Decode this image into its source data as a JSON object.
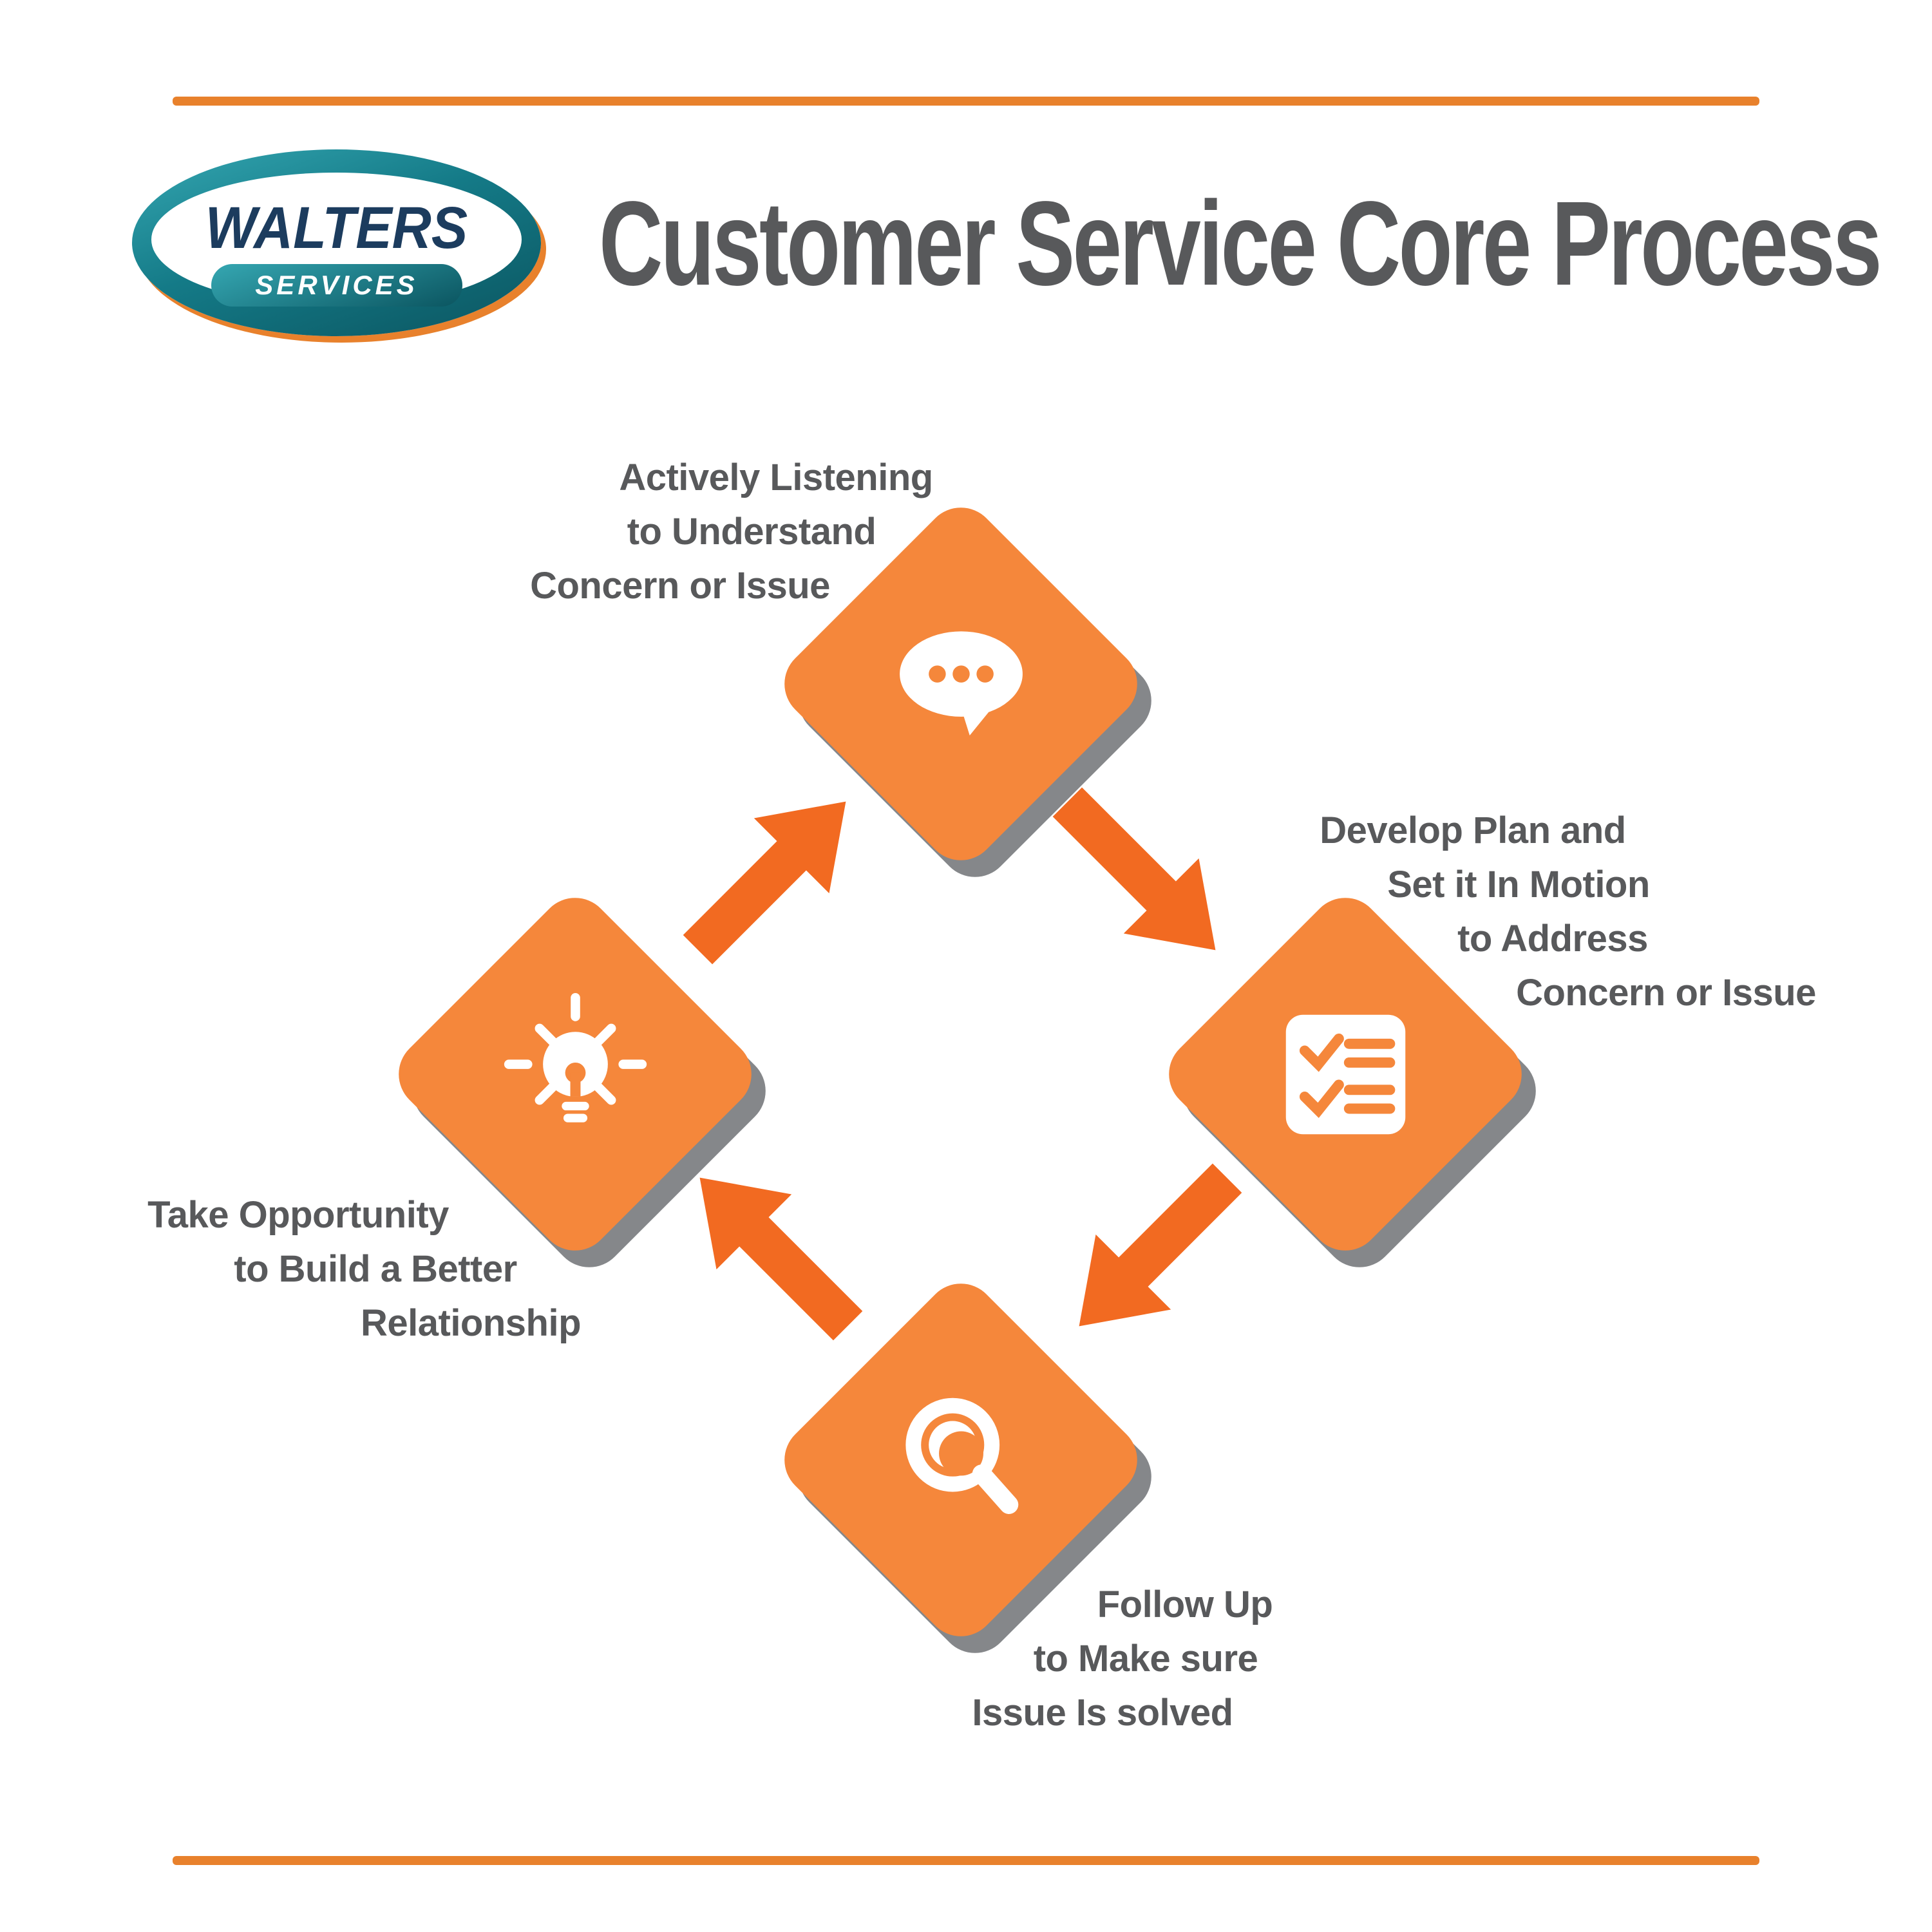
{
  "header": {
    "title": "Customer Service Core Process"
  },
  "logo": {
    "primary": "WALTERS",
    "secondary": "SERVICES"
  },
  "colors": {
    "orange": "#F5873B",
    "arrow": "#F26A21",
    "shadow": "#85878A",
    "text": "#58595B",
    "rule": "#E8812C",
    "teal": "#147A87",
    "teal-dark": "#0B5560",
    "teal-light": "#35A7B2",
    "navy": "#1C3C5E"
  },
  "nodes": [
    {
      "id": "listen",
      "icon": "speech-bubble-icon",
      "label_lines": [
        "Actively Listening",
        "to Understand",
        "Concern or Issue"
      ]
    },
    {
      "id": "plan",
      "icon": "checklist-icon",
      "label_lines": [
        "Develop Plan and",
        "Set it In Motion",
        "to Address",
        "Concern or Issue"
      ]
    },
    {
      "id": "follow-up",
      "icon": "magnifying-glass-icon",
      "label_lines": [
        "Follow Up",
        "to Make sure",
        "Issue Is solved"
      ]
    },
    {
      "id": "relationship",
      "icon": "lightbulb-icon",
      "label_lines": [
        "Take Opportunity",
        "to Build a Better",
        "Relationship"
      ]
    }
  ]
}
